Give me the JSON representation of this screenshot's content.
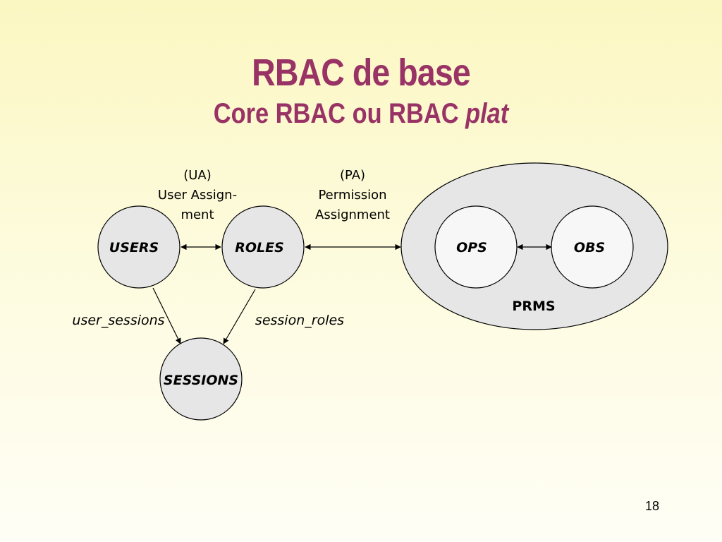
{
  "slide": {
    "title": "RBAC de base",
    "subtitle_main": "Core RBAC ou RBAC ",
    "subtitle_emphasis": "plat",
    "page_number": "18"
  },
  "diagram": {
    "nodes": {
      "users": "USERS",
      "roles": "ROLES",
      "sessions": "SESSIONS",
      "ops": "OPS",
      "obs": "OBS",
      "prms": "PRMS"
    },
    "ua_label": [
      "(UA)",
      "User Assign-",
      "ment"
    ],
    "pa_label": [
      "(PA)",
      "Permission",
      "Assignment"
    ],
    "user_sessions": "user_sessions",
    "session_roles": "session_roles"
  },
  "colors": {
    "title": "#993366",
    "node_fill": "#e6e6e6",
    "inner_fill": "#f7f7f7",
    "stroke": "#000000"
  }
}
